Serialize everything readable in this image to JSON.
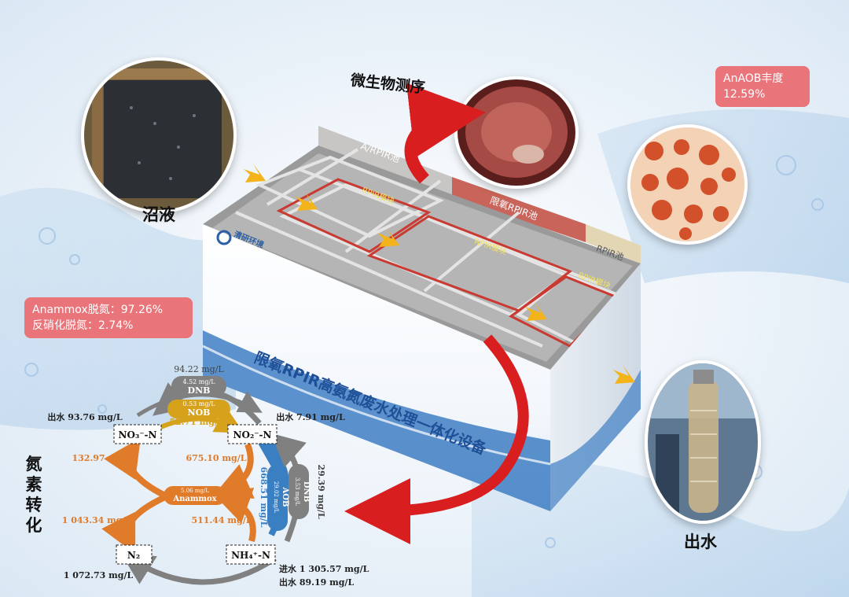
{
  "labels": {
    "biogas": "沼液",
    "sequencing": "微生物测序",
    "effluent": "出水",
    "nitrogen_title": [
      "氮",
      "素",
      "转",
      "化"
    ]
  },
  "badges": {
    "anaob_title": "AnAOB丰度",
    "anaob_value": "12.59%",
    "anammox_line": "Anammox脱氮：97.26%",
    "denit_line": "反硝化脱氮：2.74%"
  },
  "equipment": {
    "front_title": "限氧RPIR高氨氮废水处理一体化设备",
    "logo_text": "清研环境",
    "pool_ar": "A/RPIR池",
    "pool_limited": "限氧RPIR池",
    "pool_rpir": "RPIR池",
    "module": "RPIR模块"
  },
  "cycle": {
    "dnb_top_total": "94.22 mg/L",
    "dnb_top_rate": "4.52 mg/L",
    "dnb_top": "DNB",
    "nob_rate": "0.53 mg/L",
    "nob": "NOB",
    "nob_flux": "52.71 mg/L",
    "out_no3": "出水 93.76 mg/L",
    "out_no2": "出水 7.91 mg/L",
    "no3": "NO₃⁻-N",
    "no2": "NO₂⁻-N",
    "flux_no3_anammox": "132.97 mg/L",
    "flux_no2_anammox": "675.10 mg/L",
    "anammox_rate": "5.06 mg/L",
    "anammox": "Anammox",
    "aob_rate": "29.02 mg/L",
    "aob": "AOB",
    "aob_flux": "668.51 mg/L",
    "dnb_side_rate": "3.53 mg/L",
    "dnb_side": "DNB",
    "dnb_side_total": "29.39 mg/L",
    "flux_anammox_n2": "1 043.34 mg/L",
    "flux_nh4_anammox": "511.44 mg/L",
    "n2": "N₂",
    "nh4": "NH₄⁺-N",
    "n2_total": "1 072.73 mg/L",
    "in_nh4": "进水 1 305.57 mg/L",
    "out_nh4": "出水 89.19 mg/L"
  },
  "colors": {
    "red_arrow": "#d81e1e",
    "orange": "#e07b2a",
    "gold": "#d6a21c",
    "blue": "#3a7fc2",
    "gray": "#808080",
    "badge": "#e9757b",
    "yellow_arrow": "#f3b41b"
  }
}
